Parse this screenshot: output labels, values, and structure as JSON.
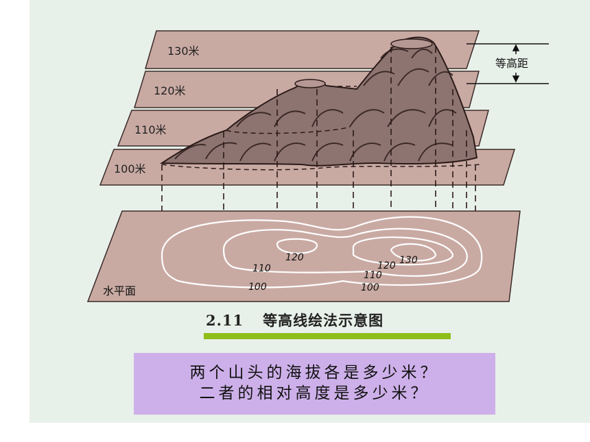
{
  "diagram": {
    "plane_labels": [
      "130米",
      "120米",
      "110米",
      "100米"
    ],
    "interval_label": "等高距",
    "base_plane_label": "水平面",
    "contour_labels": [
      "120",
      "110",
      "100",
      "120",
      "130",
      "110",
      "100"
    ]
  },
  "caption": {
    "number": "2.11",
    "title": "等高线绘法示意图"
  },
  "question": {
    "line1": "两个山头的海拔各是多少米？",
    "line2": "二者的相对高度是多少米？"
  },
  "colors": {
    "slide_bg": "#e8f0ea",
    "plane_fill": "#c9aaa3",
    "mountain_fill": "#8e7470",
    "underline": "#8fbe1b",
    "question_bg": "#cdb0e9"
  }
}
